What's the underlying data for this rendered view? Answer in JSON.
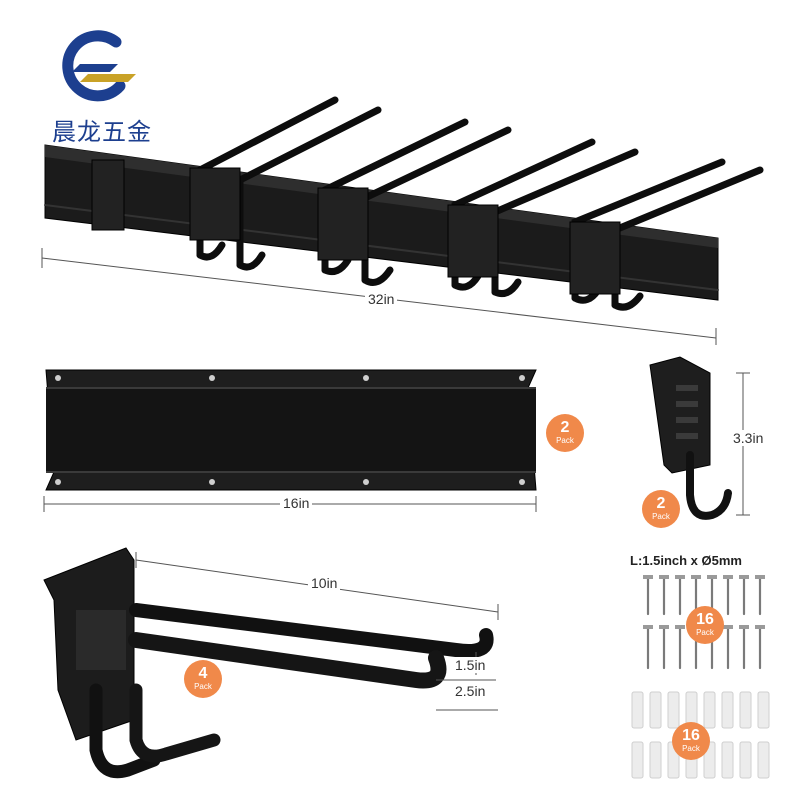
{
  "brand": {
    "name": "晨龙五金",
    "colors": {
      "blue": "#1d3f8f",
      "gold": "#c9a227"
    }
  },
  "rack": {
    "length_label": "32in"
  },
  "rail": {
    "length_label": "16in",
    "pack_count": "2",
    "pack_label": "Pack"
  },
  "small_hook": {
    "height_label": "3.3in",
    "pack_count": "2",
    "pack_label": "Pack"
  },
  "large_hook": {
    "length_label": "10in",
    "gap_label": "1.5in",
    "width_label": "2.5in",
    "pack_count": "4",
    "pack_label": "Pack"
  },
  "screws": {
    "spec_label": "L:1.5inch x Ø5mm",
    "pack_count": "16",
    "pack_label": "Pack"
  },
  "anchors": {
    "pack_count": "16",
    "pack_label": "Pack"
  },
  "colors": {
    "accent": "#f0894a",
    "metal": "#1a1a1a"
  }
}
